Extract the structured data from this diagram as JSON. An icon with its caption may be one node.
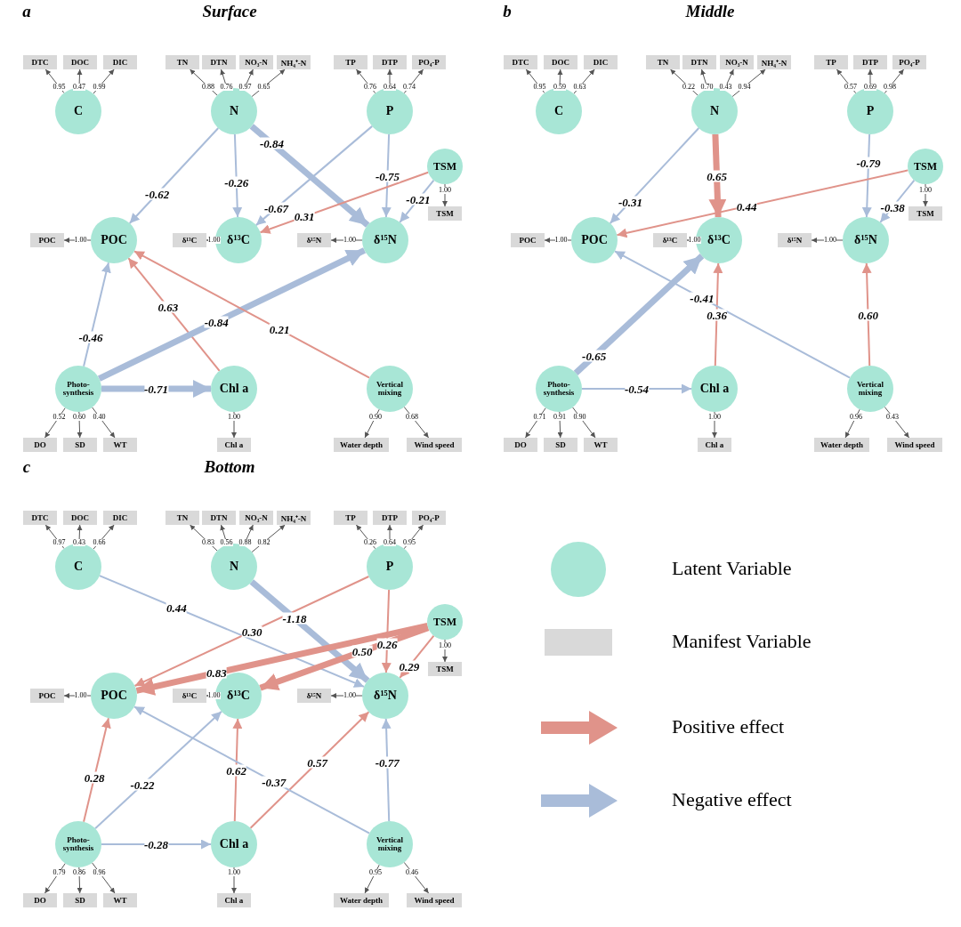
{
  "diagram": {
    "nodes": [
      {
        "text": [
          "a",
          "Surface"
        ]
      },
      {
        "text": [
          "DTC"
        ],
        "in": 0
      },
      {
        "text": [
          "DOC"
        ],
        "in": 0
      },
      {
        "text": [
          "DIC"
        ],
        "in": 0
      },
      {
        "text": [
          "TN"
        ],
        "in": 0
      },
      {
        "text": [
          "DTN"
        ],
        "in": 0
      },
      {
        "text": [
          "NO₃-N"
        ],
        "in": 0
      },
      {
        "text": [
          "NH₄⁺-N"
        ],
        "in": 0
      },
      {
        "text": [
          "TP"
        ],
        "in": 0
      },
      {
        "text": [
          "DTP"
        ],
        "in": 0
      },
      {
        "text": [
          "PO₄-P"
        ],
        "in": 0
      },
      {
        "text": [
          "C"
        ],
        "in": 0
      },
      {
        "text": [
          "N"
        ],
        "in": 0
      },
      {
        "text": [
          "P"
        ],
        "in": 0
      },
      {
        "text": [
          "TSM"
        ],
        "in": 0
      },
      {
        "text": [
          "TSM"
        ],
        "in": 0
      },
      {
        "text": [
          "POC"
        ],
        "in": 0
      },
      {
        "text": [
          "POC"
        ],
        "in": 0
      },
      {
        "text": [
          "δ¹³C"
        ],
        "in": 0
      },
      {
        "text": [
          "δ¹³C"
        ],
        "in": 0
      },
      {
        "text": [
          "δ¹⁵N"
        ],
        "in": 0
      },
      {
        "text": [
          "δ¹⁵N"
        ],
        "in": 0
      },
      {
        "text": [
          "Photo- synthesis"
        ],
        "in": 0
      },
      {
        "text": [
          "Chl a"
        ],
        "in": 0
      },
      {
        "text": [
          "Vertical mixing"
        ],
        "in": 0
      },
      {
        "text": [
          "DO"
        ],
        "in": 0
      },
      {
        "text": [
          "SD"
        ],
        "in": 0
      },
      {
        "text": [
          "WT"
        ],
        "in": 0
      },
      {
        "text": [
          "Chl a"
        ],
        "in": 0
      },
      {
        "text": [
          "Water depth"
        ],
        "in": 0
      },
      {
        "text": [
          "Wind speed"
        ],
        "in": 0
      },
      {
        "text": [
          "b",
          "Middle"
        ]
      },
      {
        "text": [
          "DTC"
        ],
        "in": 31
      },
      {
        "text": [
          "DOC"
        ],
        "in": 31
      },
      {
        "text": [
          "DIC"
        ],
        "in": 31
      },
      {
        "text": [
          "TN"
        ],
        "in": 31
      },
      {
        "text": [
          "DTN"
        ],
        "in": 31
      },
      {
        "text": [
          "NO₃-N"
        ],
        "in": 31
      },
      {
        "text": [
          "NH₄⁺-N"
        ],
        "in": 31
      },
      {
        "text": [
          "TP"
        ],
        "in": 31
      },
      {
        "text": [
          "DTP"
        ],
        "in": 31
      },
      {
        "text": [
          "PO₄-P"
        ],
        "in": 31
      },
      {
        "text": [
          "C"
        ],
        "in": 31
      },
      {
        "text": [
          "N"
        ],
        "in": 31
      },
      {
        "text": [
          "P"
        ],
        "in": 31
      },
      {
        "text": [
          "TSM"
        ],
        "in": 31
      },
      {
        "text": [
          "TSM"
        ],
        "in": 31
      },
      {
        "text": [
          "POC"
        ],
        "in": 31
      },
      {
        "text": [
          "POC"
        ],
        "in": 31
      },
      {
        "text": [
          "δ¹³C"
        ],
        "in": 31
      },
      {
        "text": [
          "δ¹³C"
        ],
        "in": 31
      },
      {
        "text": [
          "δ¹⁵N"
        ],
        "in": 31
      },
      {
        "text": [
          "δ¹⁵N"
        ],
        "in": 31
      },
      {
        "text": [
          "Photo- synthesis"
        ],
        "in": 31
      },
      {
        "text": [
          "Chl a"
        ],
        "in": 31
      },
      {
        "text": [
          "Vertical mixing"
        ],
        "in": 31
      },
      {
        "text": [
          "DO"
        ],
        "in": 31
      },
      {
        "text": [
          "SD"
        ],
        "in": 31
      },
      {
        "text": [
          "WT"
        ],
        "in": 31
      },
      {
        "text": [
          "Chl a"
        ],
        "in": 31
      },
      {
        "text": [
          "Water depth"
        ],
        "in": 31
      },
      {
        "text": [
          "Wind speed"
        ],
        "in": 31
      },
      {
        "text": [
          "c",
          "Bottom"
        ]
      },
      {
        "text": [
          "DTC"
        ],
        "in": 62
      },
      {
        "text": [
          "DOC"
        ],
        "in": 62
      },
      {
        "text": [
          "DIC"
        ],
        "in": 62
      },
      {
        "text": [
          "TN"
        ],
        "in": 62
      },
      {
        "text": [
          "DTN"
        ],
        "in": 62
      },
      {
        "text": [
          "NO₃-N"
        ],
        "in": 62
      },
      {
        "text": [
          "NH₄⁺-N"
        ],
        "in": 62
      },
      {
        "text": [
          "TP"
        ],
        "in": 62
      },
      {
        "text": [
          "DTP"
        ],
        "in": 62
      },
      {
        "text": [
          "PO₄-P"
        ],
        "in": 62
      },
      {
        "text": [
          "C"
        ],
        "in": 62
      },
      {
        "text": [
          "N"
        ],
        "in": 62
      },
      {
        "text": [
          "P"
        ],
        "in": 62
      },
      {
        "text": [
          "TSM"
        ],
        "in": 62
      },
      {
        "text": [
          "TSM"
        ],
        "in": 62
      },
      {
        "text": [
          "POC"
        ],
        "in": 62
      },
      {
        "text": [
          "POC"
        ],
        "in": 62
      },
      {
        "text": [
          "δ¹³C"
        ],
        "in": 62
      },
      {
        "text": [
          "δ¹³C"
        ],
        "in": 62
      },
      {
        "text": [
          "δ¹⁵N"
        ],
        "in": 62
      },
      {
        "text": [
          "δ¹⁵N"
        ],
        "in": 62
      },
      {
        "text": [
          "Photo- synthesis"
        ],
        "in": 62
      },
      {
        "text": [
          "Chl a"
        ],
        "in": 62
      },
      {
        "text": [
          "Vertical mixing"
        ],
        "in": 62
      },
      {
        "text": [
          "DO"
        ],
        "in": 62
      },
      {
        "text": [
          "SD"
        ],
        "in": 62
      },
      {
        "text": [
          "WT"
        ],
        "in": 62
      },
      {
        "text": [
          "Chl a"
        ],
        "in": 62
      },
      {
        "text": [
          "Water depth"
        ],
        "in": 62
      },
      {
        "text": [
          "Wind speed"
        ],
        "in": 62
      }
    ],
    "edges": [
      {
        "from": 11,
        "to": 1,
        "arrow": "to",
        "label": "0.95"
      },
      {
        "from": 11,
        "to": 2,
        "arrow": "to",
        "label": "0.47"
      },
      {
        "from": 11,
        "to": 3,
        "arrow": "to",
        "label": "0.99"
      },
      {
        "from": 12,
        "to": 4,
        "arrow": "to",
        "label": "0.88"
      },
      {
        "from": 12,
        "to": 5,
        "arrow": "to",
        "label": "0.76"
      },
      {
        "from": 12,
        "to": 6,
        "arrow": "to",
        "label": "0.97"
      },
      {
        "from": 12,
        "to": 7,
        "arrow": "to",
        "label": "0.65"
      },
      {
        "from": 13,
        "to": 8,
        "arrow": "to",
        "label": "0.76"
      },
      {
        "from": 13,
        "to": 9,
        "arrow": "to",
        "label": "0.64"
      },
      {
        "from": 13,
        "to": 10,
        "arrow": "to",
        "label": "0.74"
      },
      {
        "from": 14,
        "to": 15,
        "arrow": "to",
        "label": "1.00"
      },
      {
        "from": 17,
        "to": 16,
        "arrow": "to",
        "label": "1.00"
      },
      {
        "from": 19,
        "to": 18,
        "arrow": "to",
        "label": "1.00"
      },
      {
        "from": 21,
        "to": 20,
        "arrow": "to",
        "label": "1.00"
      },
      {
        "from": 22,
        "to": 25,
        "arrow": "to",
        "label": "0.52"
      },
      {
        "from": 22,
        "to": 26,
        "arrow": "to",
        "label": "0.60"
      },
      {
        "from": 22,
        "to": 27,
        "arrow": "to",
        "label": "0.40"
      },
      {
        "from": 23,
        "to": 28,
        "arrow": "to",
        "label": "1.00"
      },
      {
        "from": 24,
        "to": 29,
        "arrow": "to",
        "label": "0.90"
      },
      {
        "from": 24,
        "to": 30,
        "arrow": "to",
        "label": "0.68"
      },
      {
        "from": 12,
        "to": 17,
        "arrow": "to",
        "label": "-0.62",
        "color": "#a9bcd9"
      },
      {
        "from": 12,
        "to": 19,
        "arrow": "to",
        "label": "-0.26",
        "color": "#a9bcd9"
      },
      {
        "from": 12,
        "to": 21,
        "arrow": "to",
        "label": "-0.84",
        "color": "#a9bcd9",
        "style": "thick"
      },
      {
        "from": 13,
        "to": 19,
        "arrow": "to",
        "label": "-0.67",
        "color": "#a9bcd9"
      },
      {
        "from": 13,
        "to": 21,
        "arrow": "to",
        "label": "-0.75",
        "color": "#a9bcd9"
      },
      {
        "from": 14,
        "to": 19,
        "arrow": "to",
        "label": "0.31",
        "color": "#e0938a"
      },
      {
        "from": 14,
        "to": 21,
        "arrow": "to",
        "label": "-0.21",
        "color": "#a9bcd9"
      },
      {
        "from": 22,
        "to": 17,
        "arrow": "to",
        "label": "-0.46",
        "color": "#a9bcd9"
      },
      {
        "from": 23,
        "to": 17,
        "arrow": "to",
        "label": "0.63",
        "color": "#e0938a"
      },
      {
        "from": 22,
        "to": 21,
        "arrow": "to",
        "label": "-0.84",
        "color": "#a9bcd9",
        "style": "thick"
      },
      {
        "from": 24,
        "to": 17,
        "arrow": "to",
        "label": "0.21",
        "color": "#e0938a"
      },
      {
        "from": 22,
        "to": 23,
        "arrow": "to",
        "label": "-0.71",
        "color": "#a9bcd9",
        "style": "thick"
      },
      {
        "from": 42,
        "to": 32,
        "arrow": "to",
        "label": "0.95"
      },
      {
        "from": 42,
        "to": 33,
        "arrow": "to",
        "label": "0.59"
      },
      {
        "from": 42,
        "to": 34,
        "arrow": "to",
        "label": "0.63"
      },
      {
        "from": 43,
        "to": 35,
        "arrow": "to",
        "label": "0.22"
      },
      {
        "from": 43,
        "to": 36,
        "arrow": "to",
        "label": "0.70"
      },
      {
        "from": 43,
        "to": 37,
        "arrow": "to",
        "label": "0.43"
      },
      {
        "from": 43,
        "to": 38,
        "arrow": "to",
        "label": "0.94"
      },
      {
        "from": 44,
        "to": 39,
        "arrow": "to",
        "label": "0.57"
      },
      {
        "from": 44,
        "to": 40,
        "arrow": "to",
        "label": "0.69"
      },
      {
        "from": 44,
        "to": 41,
        "arrow": "to",
        "label": "0.98"
      },
      {
        "from": 45,
        "to": 46,
        "arrow": "to",
        "label": "1.00"
      },
      {
        "from": 48,
        "to": 47,
        "arrow": "to",
        "label": "1.00"
      },
      {
        "from": 50,
        "to": 49,
        "arrow": "to",
        "label": "1.00"
      },
      {
        "from": 52,
        "to": 51,
        "arrow": "to",
        "label": "1.00"
      },
      {
        "from": 53,
        "to": 56,
        "arrow": "to",
        "label": "0.71"
      },
      {
        "from": 53,
        "to": 57,
        "arrow": "to",
        "label": "0.91"
      },
      {
        "from": 53,
        "to": 58,
        "arrow": "to",
        "label": "0.90"
      },
      {
        "from": 54,
        "to": 59,
        "arrow": "to",
        "label": "1.00"
      },
      {
        "from": 55,
        "to": 60,
        "arrow": "to",
        "label": "0.96"
      },
      {
        "from": 55,
        "to": 61,
        "arrow": "to",
        "label": "0.43"
      },
      {
        "from": 43,
        "to": 48,
        "arrow": "to",
        "label": "-0.31",
        "color": "#a9bcd9"
      },
      {
        "from": 43,
        "to": 50,
        "arrow": "to",
        "label": "0.65",
        "color": "#e0938a",
        "style": "thick"
      },
      {
        "from": 44,
        "to": 52,
        "arrow": "to",
        "label": "-0.79",
        "color": "#a9bcd9"
      },
      {
        "from": 45,
        "to": 48,
        "arrow": "to",
        "label": "0.44",
        "color": "#e0938a"
      },
      {
        "from": 45,
        "to": 52,
        "arrow": "to",
        "label": "-0.38",
        "color": "#a9bcd9"
      },
      {
        "from": 53,
        "to": 50,
        "arrow": "to",
        "label": "-0.65",
        "color": "#a9bcd9",
        "style": "thick"
      },
      {
        "from": 54,
        "to": 50,
        "arrow": "to",
        "label": "0.36",
        "color": "#e0938a"
      },
      {
        "from": 55,
        "to": 48,
        "arrow": "to",
        "label": "-0.41",
        "color": "#a9bcd9"
      },
      {
        "from": 55,
        "to": 52,
        "arrow": "to",
        "label": "0.60",
        "color": "#e0938a"
      },
      {
        "from": 53,
        "to": 54,
        "arrow": "to",
        "label": "-0.54",
        "color": "#a9bcd9"
      },
      {
        "from": 73,
        "to": 63,
        "arrow": "to",
        "label": "0.97"
      },
      {
        "from": 73,
        "to": 64,
        "arrow": "to",
        "label": "0.43"
      },
      {
        "from": 73,
        "to": 65,
        "arrow": "to",
        "label": "0.66"
      },
      {
        "from": 74,
        "to": 66,
        "arrow": "to",
        "label": "0.83"
      },
      {
        "from": 74,
        "to": 67,
        "arrow": "to",
        "label": "0.56"
      },
      {
        "from": 74,
        "to": 68,
        "arrow": "to",
        "label": "0.88"
      },
      {
        "from": 74,
        "to": 69,
        "arrow": "to",
        "label": "0.82"
      },
      {
        "from": 75,
        "to": 70,
        "arrow": "to",
        "label": "0.26"
      },
      {
        "from": 75,
        "to": 71,
        "arrow": "to",
        "label": "0.64"
      },
      {
        "from": 75,
        "to": 72,
        "arrow": "to",
        "label": "0.95"
      },
      {
        "from": 76,
        "to": 77,
        "arrow": "to",
        "label": "1.00"
      },
      {
        "from": 79,
        "to": 78,
        "arrow": "to",
        "label": "1.00"
      },
      {
        "from": 81,
        "to": 80,
        "arrow": "to",
        "label": "1.00"
      },
      {
        "from": 83,
        "to": 82,
        "arrow": "to",
        "label": "1.00"
      },
      {
        "from": 84,
        "to": 87,
        "arrow": "to",
        "label": "0.79"
      },
      {
        "from": 84,
        "to": 88,
        "arrow": "to",
        "label": "0.86"
      },
      {
        "from": 84,
        "to": 89,
        "arrow": "to",
        "label": "0.96"
      },
      {
        "from": 85,
        "to": 90,
        "arrow": "to",
        "label": "1.00"
      },
      {
        "from": 86,
        "to": 91,
        "arrow": "to",
        "label": "0.95"
      },
      {
        "from": 86,
        "to": 92,
        "arrow": "to",
        "label": "0.46"
      },
      {
        "from": 73,
        "to": 83,
        "arrow": "to",
        "label": "0.44",
        "color": "#a9bcd9"
      },
      {
        "from": 75,
        "to": 79,
        "arrow": "to",
        "label": "0.30",
        "color": "#e0938a"
      },
      {
        "from": 74,
        "to": 83,
        "arrow": "to",
        "label": "-1.18",
        "color": "#a9bcd9",
        "style": "thick"
      },
      {
        "from": 75,
        "to": 83,
        "arrow": "to",
        "label": "0.26",
        "color": "#e0938a"
      },
      {
        "from": 76,
        "to": 79,
        "arrow": "to",
        "label": "0.83",
        "color": "#e0938a",
        "style": "thick"
      },
      {
        "from": 76,
        "to": 81,
        "arrow": "to",
        "label": "0.50",
        "color": "#e0938a",
        "style": "thick"
      },
      {
        "from": 76,
        "to": 83,
        "arrow": "to",
        "label": "0.29",
        "color": "#e0938a"
      },
      {
        "from": 84,
        "to": 79,
        "arrow": "to",
        "label": "0.28",
        "color": "#e0938a"
      },
      {
        "from": 84,
        "to": 81,
        "arrow": "to",
        "label": "-0.22",
        "color": "#a9bcd9"
      },
      {
        "from": 85,
        "to": 81,
        "arrow": "to",
        "label": "0.62",
        "color": "#e0938a"
      },
      {
        "from": 85,
        "to": 83,
        "arrow": "to",
        "label": "0.57",
        "color": "#e0938a"
      },
      {
        "from": 86,
        "to": 79,
        "arrow": "to",
        "label": "-0.37",
        "color": "#a9bcd9"
      },
      {
        "from": 86,
        "to": 83,
        "arrow": "to",
        "label": "-0.77",
        "color": "#a9bcd9"
      },
      {
        "from": 84,
        "to": 85,
        "arrow": "to",
        "label": "-0.28",
        "color": "#a9bcd9"
      }
    ],
    "legend": [
      {
        "text": "Latent Variable",
        "color": "#a8e6d6"
      },
      {
        "text": "Manifest Variable",
        "color": "#d9d9d9"
      },
      {
        "text": "Positive effect",
        "color": "#e0938a"
      },
      {
        "text": "Negative effect",
        "color": "#a9bcd9"
      }
    ]
  }
}
